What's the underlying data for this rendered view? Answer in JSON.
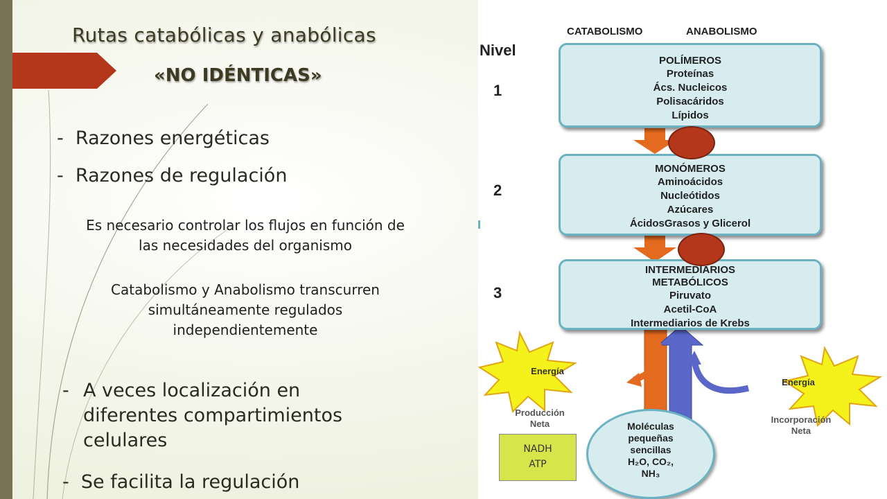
{
  "slide": {
    "title": "Rutas catabólicas y anabólicas",
    "subtitle": "«NO IDÉNTICAS»",
    "bullets_top": [
      "Razones energéticas",
      "Razones de regulación"
    ],
    "note1_line1": "Es necesario controlar los flujos en función de",
    "note1_line2": "las necesidades del organismo",
    "note2_line1": "Catabolismo y Anabolismo transcurren",
    "note2_line2": "simultáneamente regulados",
    "note2_line3": "independientemente",
    "bullet3_line1": "A veces localización en",
    "bullet3_line2": "diferentes compartimientos",
    "bullet3_line3": "celulares",
    "bullet4": "Se facilita la regulación",
    "dash": "-"
  },
  "diagram": {
    "header_catabolismo": "CATABOLISMO",
    "header_anabolismo": "ANABOLISMO",
    "nivel_label": "Nivel",
    "levels": [
      "1",
      "2",
      "3"
    ],
    "box1": {
      "title": "POLÍMEROS",
      "items": [
        "Proteínas",
        "Ács. Nucleicos",
        "Polisacáridos",
        "Lípidos"
      ]
    },
    "box2": {
      "title": "MONÓMEROS",
      "items": [
        "Aminoácidos",
        "Nucleótidos",
        "Azúcares",
        "ÁcidosGrasos y Glicerol"
      ]
    },
    "box3": {
      "title1": "INTERMEDIARIOS",
      "title2": "METABÓLICOS",
      "items": [
        "Piruvato",
        "Acetil-CoA",
        "Intermediarios de Krebs"
      ]
    },
    "energy_left": "Energía",
    "energy_right": "Energía",
    "produccion": [
      "Producción",
      "Neta"
    ],
    "incorporacion": [
      "Incorporación",
      "Neta"
    ],
    "small_molecules": [
      "Moléculas",
      "pequeñas",
      "sencillas",
      "H₂O, CO₂,",
      "NH₃"
    ],
    "nadh": "NADH",
    "atp": "ATP"
  },
  "colors": {
    "banner": "#b4361b",
    "catabolic_arrow": "#e46a1f",
    "anabolic_arrow": "#5a67c9",
    "box_fill": "#d6ecef",
    "star": "#f4f21a"
  }
}
